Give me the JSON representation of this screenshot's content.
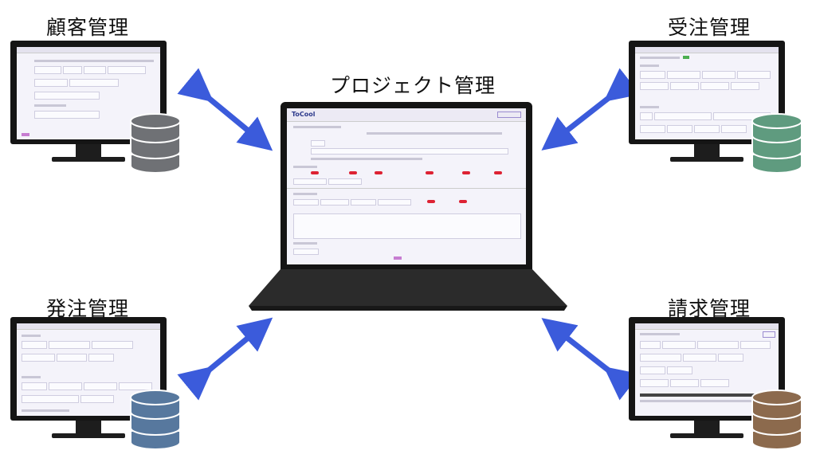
{
  "titles": {
    "customer": "顧客管理",
    "project": "プロジェクト管理",
    "order_received": "受注管理",
    "order_placed": "発注管理",
    "billing": "請求管理"
  },
  "laptop_screen": {
    "logo": "ToCool"
  },
  "colors": {
    "arrow": "#3b5bdb",
    "db_customer": "#6f7175",
    "db_order_received": "#5f9b7f",
    "db_order_placed": "#57789e",
    "db_billing": "#8c6a4d",
    "accent_red": "#d4233a"
  }
}
